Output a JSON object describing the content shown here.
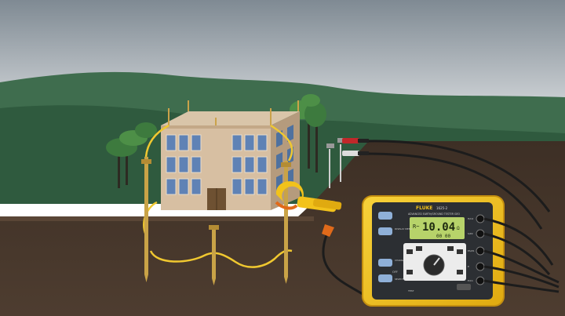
{
  "meter": {
    "brand": "FLUKE",
    "model": "1625-2",
    "subtitle": "ADVANCED EARTH/GROUND TESTER GEO",
    "reading_prefix": "R~",
    "reading": "10.04",
    "unit": "Ω",
    "secondary_reading": "00 00",
    "mode_label": "OFF",
    "left_buttons": [
      "DISPLAY MENU",
      "CHANGE ITEM",
      "SELECT"
    ],
    "right_jacks": [
      "H/C2",
      "S/P2",
      "ES/P1",
      "E",
      "E/C1"
    ],
    "test_button": "TEST"
  },
  "colors": {
    "sky_top": "#7f8a93",
    "sky_bottom": "#ffffff",
    "hill_back": "#3f6d4e",
    "hill_front": "#2f5a3e",
    "soil": "#4a3a2e",
    "meter_yellow": "#f2c21b",
    "lcd": "#b7d36a",
    "wire_yellow": "#f0c830"
  },
  "icons": [
    "clamp-meter-icon",
    "ground-stake-icon",
    "building-icon",
    "tree-icon"
  ]
}
